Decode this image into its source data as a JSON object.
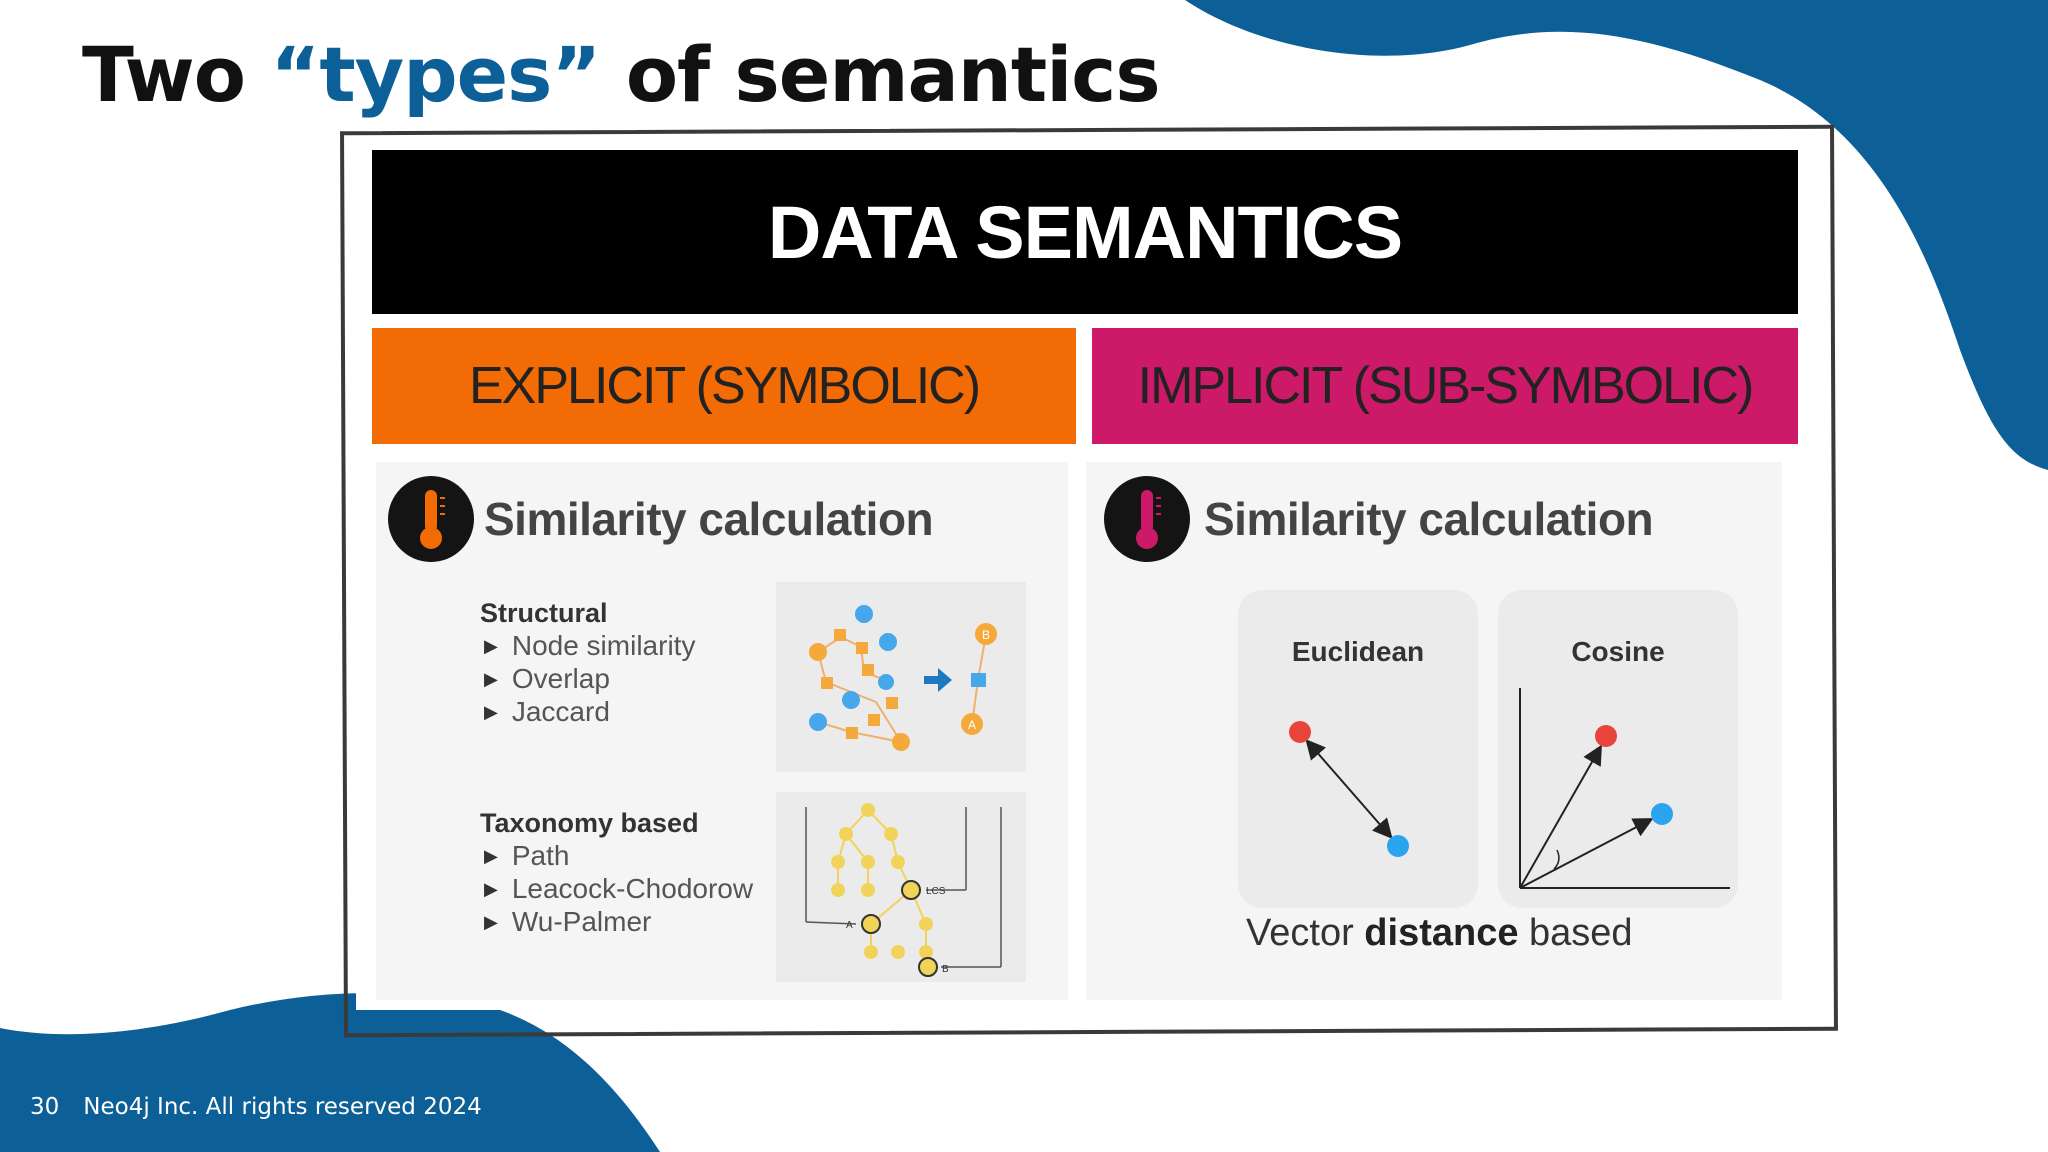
{
  "slide": {
    "title_part1": "Two",
    "title_accent": "“types”",
    "title_part2": "of semantics",
    "page_number": "30",
    "footer_text": "Neo4j Inc. All rights reserved 2024",
    "accent_color": "#0d6097"
  },
  "figure": {
    "banner": "DATA SEMANTICS",
    "explicit": {
      "heading": "EXPLICIT (SYMBOLIC)",
      "color": "#f36b05",
      "card_title": "Similarity calculation",
      "structural": {
        "title": "Structural",
        "items": [
          "Node similarity",
          "Overlap",
          "Jaccard"
        ]
      },
      "taxonomy": {
        "title": "Taxonomy based",
        "items": [
          "Path",
          "Leacock-Chodorow",
          "Wu-Palmer"
        ]
      },
      "graph_labels": {
        "node_b": "B",
        "node_a": "A",
        "lcs": "LCS",
        "tax_a": "A",
        "tax_b": "B"
      }
    },
    "implicit": {
      "heading": "IMPLICIT (SUB-SYMBOLIC)",
      "color": "#cc1a68",
      "card_title": "Similarity calculation",
      "euclidean_label": "Euclidean",
      "cosine_label": "Cosine",
      "caption_pre": "Vector",
      "caption_bold": "distance",
      "caption_post": "based"
    }
  }
}
